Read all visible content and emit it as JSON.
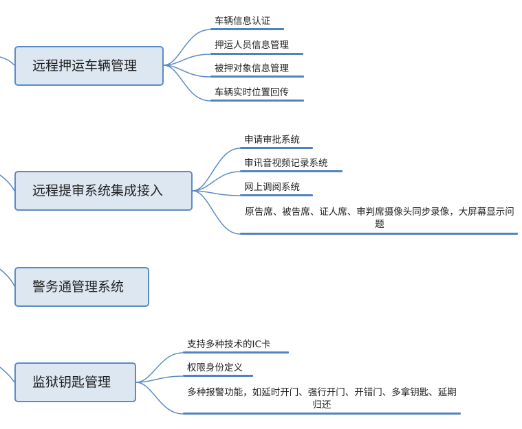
{
  "colors": {
    "topic_fill": "#dde7f2",
    "topic_border": "#5b8bc4",
    "connector": "#5b8bc4",
    "leaf_underline": "#4f82c1"
  },
  "topics": [
    {
      "label": "远程押运车辆管理",
      "children": [
        {
          "label": "车辆信息认证"
        },
        {
          "label": "押运人员信息管理"
        },
        {
          "label": "被押对象信息管理"
        },
        {
          "label": "车辆实时位置回传"
        }
      ]
    },
    {
      "label": "远程提审系统集成接入",
      "children": [
        {
          "label": "申请审批系统"
        },
        {
          "label": "审讯音视频记录系统"
        },
        {
          "label": "网上调阅系统"
        },
        {
          "label": "原告席、被告席、证人席、审判席摄像头同步录像，大屏幕显示问题"
        }
      ]
    },
    {
      "label": "警务通管理系统",
      "children": []
    },
    {
      "label": "监狱钥匙管理",
      "children": [
        {
          "label": "支持多种技术的IC卡"
        },
        {
          "label": "权限身份定义"
        },
        {
          "label": "多种报警功能，如延时开门、强行开门、开错门、多拿钥匙、延期归还"
        }
      ]
    }
  ]
}
